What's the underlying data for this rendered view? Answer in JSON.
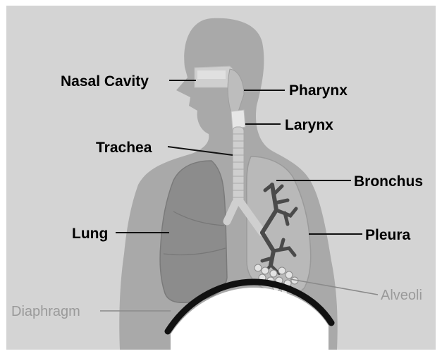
{
  "labels": {
    "nasal_cavity": "Nasal Cavity",
    "pharynx": "Pharynx",
    "larynx": "Larynx",
    "trachea": "Trachea",
    "bronchus": "Bronchus",
    "lung": "Lung",
    "pleura": "Pleura",
    "alveoli": "Alveoli",
    "diaphragm": "Diaphragm"
  },
  "colors": {
    "background": "#d4d4d4",
    "body_silhouette": "#a9a9a9",
    "lung_left": "#8c8c8c",
    "lung_right": "#b9b9b9",
    "airway": "#cfcfcf",
    "bronchial_tree": "#4a4a4a",
    "diaphragm": "#111111",
    "label_dark": "#000000",
    "label_light": "#9a9a9a"
  }
}
